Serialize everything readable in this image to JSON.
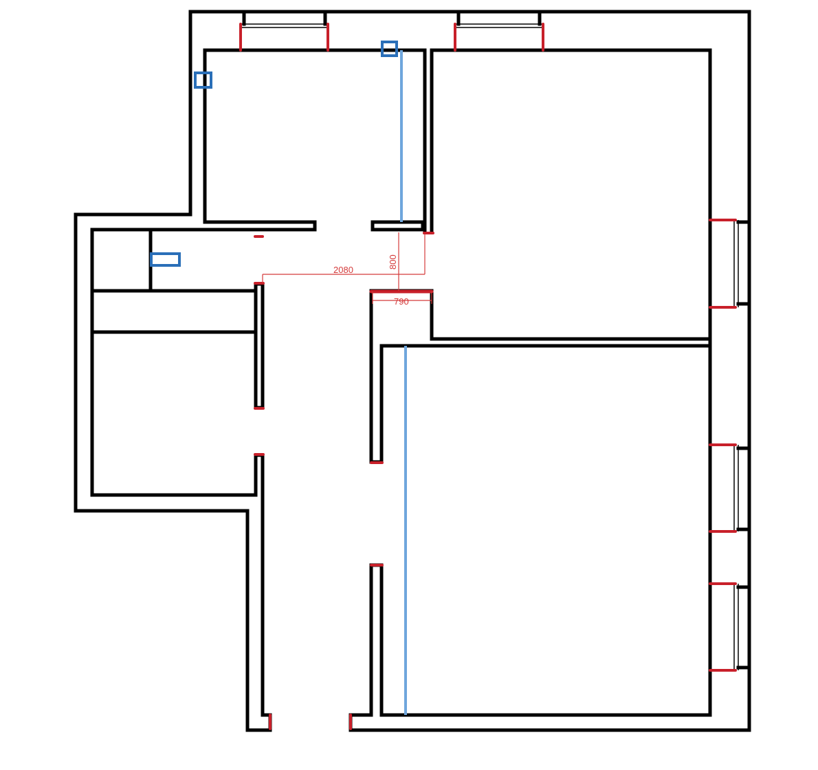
{
  "dimensions": {
    "horizontal_hall": "2080",
    "vertical_gap": "800",
    "door_width": "790"
  },
  "colors": {
    "walls": "#000000",
    "openings": "#c8202a",
    "dimensions": "#d43a3a",
    "fixtures": "#2a6fb8",
    "partitions": "#6fa6dc"
  }
}
